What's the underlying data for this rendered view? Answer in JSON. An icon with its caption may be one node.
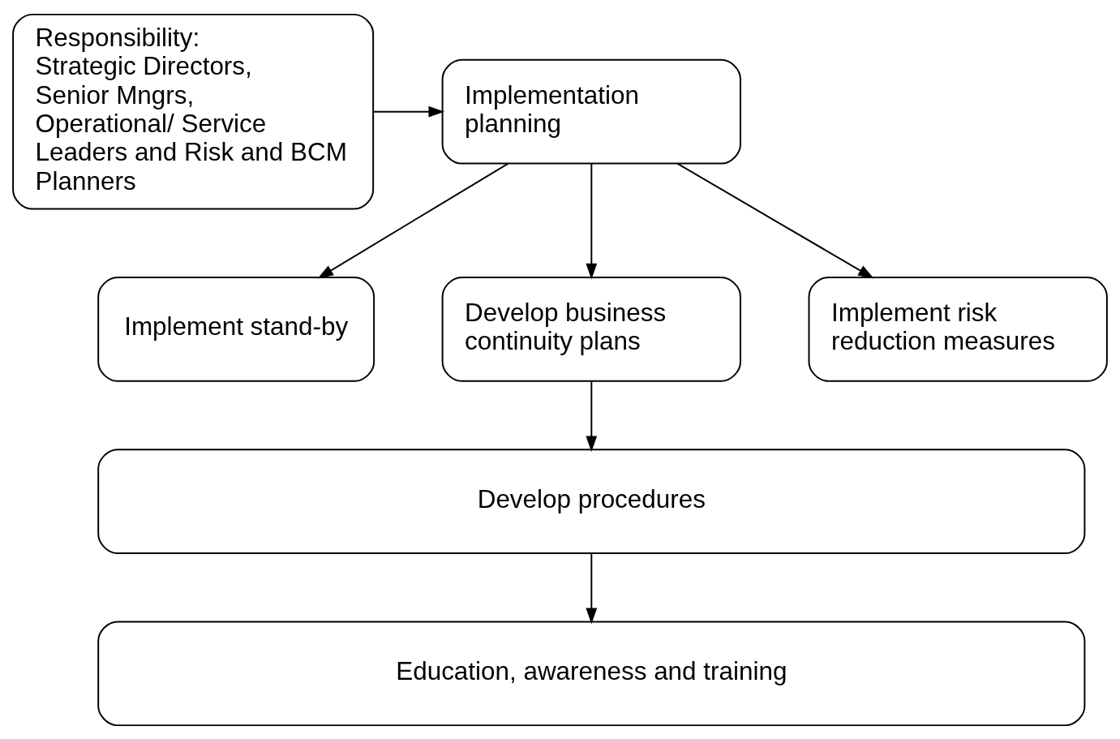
{
  "diagram": {
    "nodes": [
      {
        "text": [
          "Responsibility: Strategic Directors, Senior Mngrs, Operational/ Service Leaders and Risk and BCM Planners"
        ]
      },
      {
        "text": [
          "Implementation planning"
        ]
      },
      {
        "text": [
          "Implement stand-by"
        ]
      },
      {
        "text": [
          "Develop business continuity plans"
        ]
      },
      {
        "text": [
          "Implement risk reduction measures"
        ]
      },
      {
        "text": [
          "Develop procedures"
        ]
      },
      {
        "text": [
          "Education, awareness and training"
        ]
      }
    ],
    "edges": [
      {
        "from": 0,
        "to": 1,
        "arrow": "to"
      },
      {
        "from": 1,
        "to": 2,
        "arrow": "to"
      },
      {
        "from": 1,
        "to": 3,
        "arrow": "to"
      },
      {
        "from": 1,
        "to": 4,
        "arrow": "to"
      },
      {
        "from": 3,
        "to": 5,
        "arrow": "to"
      },
      {
        "from": 5,
        "to": 6,
        "arrow": "to"
      }
    ]
  }
}
